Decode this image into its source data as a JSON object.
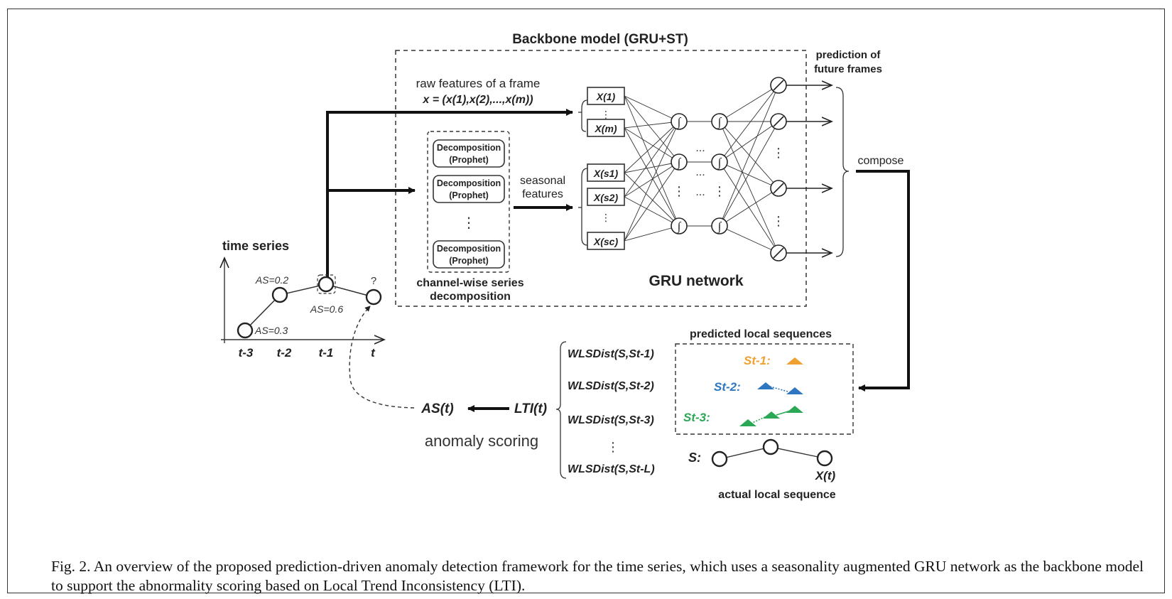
{
  "backbone": {
    "title": "Backbone model (GRU+ST)",
    "raw_label": "raw features of a frame",
    "raw_eq": "x = (x(1),x(2),...,x(m))",
    "x1": "X(1)",
    "xm": "X(m)",
    "xs1": "X(s1)",
    "xs2": "X(s2)",
    "xsc": "X(sc)",
    "decomp_line1": "Decomposition",
    "decomp_line2": "(Prophet)",
    "seasonal_line1": "seasonal",
    "seasonal_line2": "features",
    "channel_line1": "channel-wise series",
    "channel_line2": "decomposition",
    "gru_label": "GRU network",
    "pred_line1": "prediction of",
    "pred_line2": "future frames",
    "compose": "compose",
    "dots_v": "⋮",
    "dots_h": "...",
    "gate": "∫"
  },
  "timeseries": {
    "title": "time series",
    "ticks": [
      "t-3",
      "t-2",
      "t-1",
      "t"
    ],
    "as_labels": [
      "AS=0.3",
      "AS=0.2",
      "AS=0.6",
      "?"
    ]
  },
  "scoring": {
    "as_t": "AS(t)",
    "lti_t": "LTI(t)",
    "label": "anomaly scoring",
    "wls": [
      "WLSDist(S,St-1)",
      "WLSDist(S,St-2)",
      "WLSDist(S,St-3)",
      "WLSDist(S,St-L)"
    ],
    "pred_title": "predicted local sequences",
    "s_labels": [
      "St-1:",
      "St-2:",
      "St-3:"
    ],
    "s_actual": "S:",
    "xt": "X(t)",
    "actual_title": "actual local sequence",
    "colors": {
      "orange": "#f0a030",
      "blue": "#2f76c0",
      "green": "#2aa855"
    }
  },
  "caption": "Fig. 2.  An overview of the proposed prediction-driven anomaly detection framework for the time series, which uses a seasonality augmented GRU network as the backbone model to support the abnormality scoring based on Local Trend Inconsistency (LTI)."
}
